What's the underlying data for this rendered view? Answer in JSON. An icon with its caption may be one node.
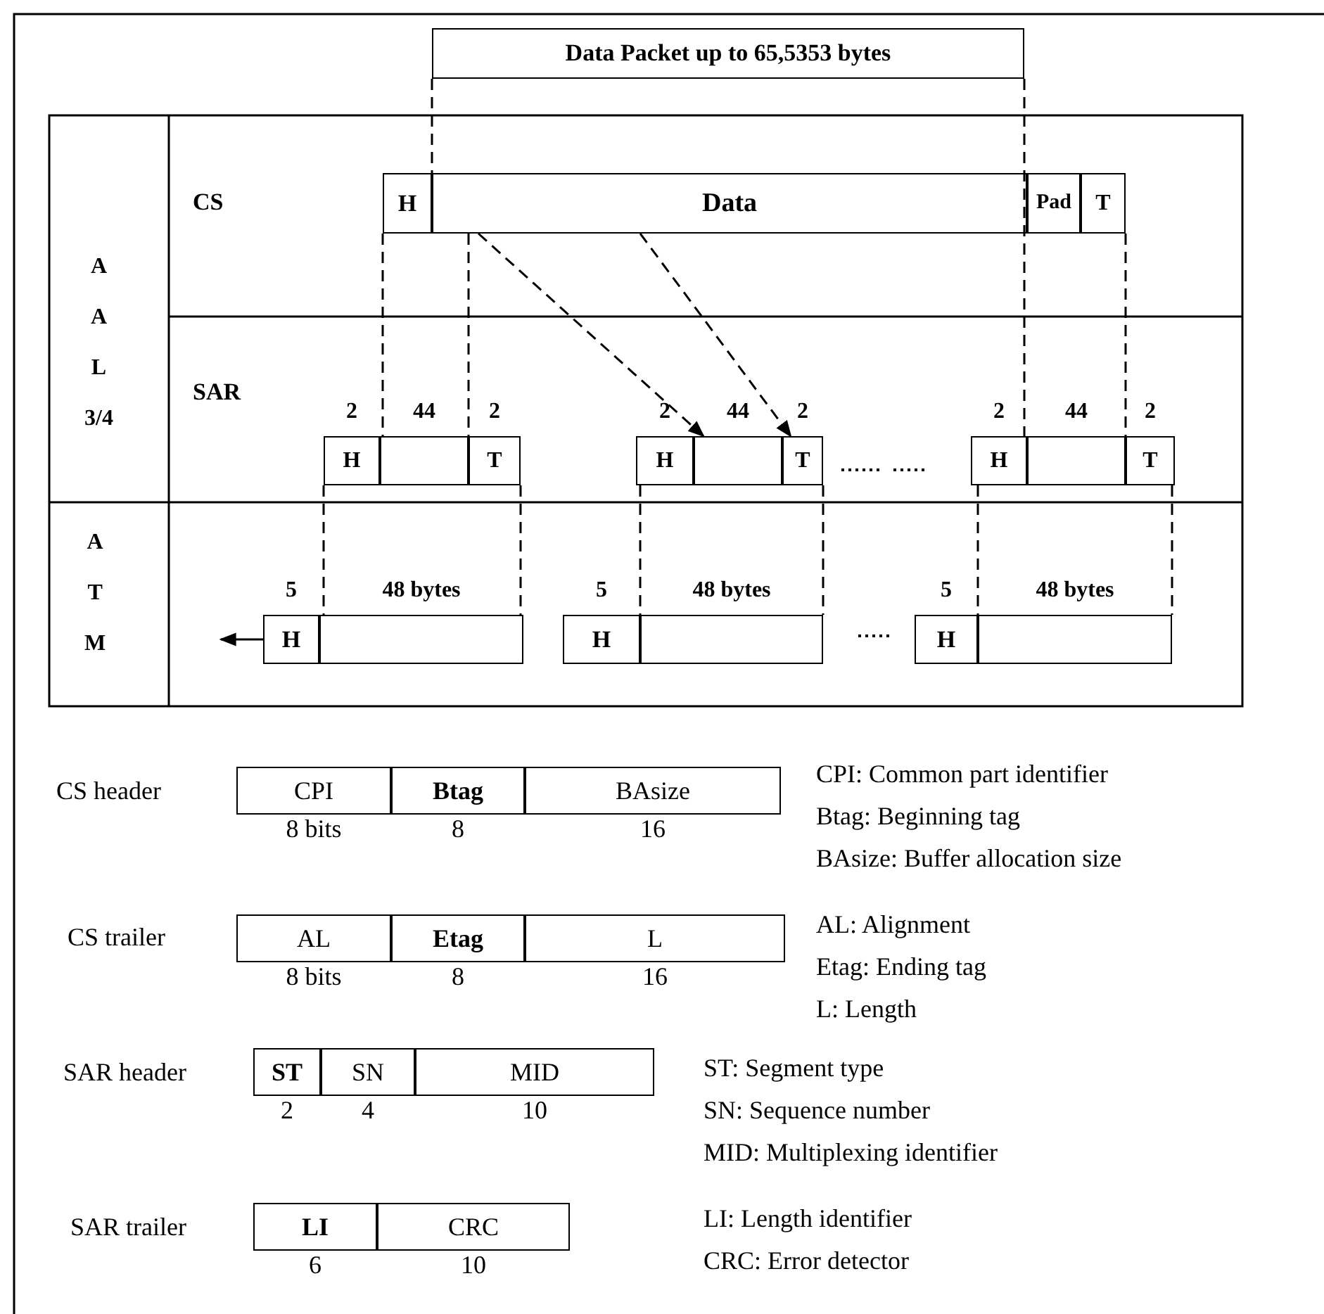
{
  "diagram": {
    "nodes": [
      {
        "text": [
          "Data Packet up to 65,5353 bytes"
        ]
      },
      {
        "text": [
          "H"
        ]
      },
      {
        "text": [
          "Data"
        ]
      },
      {
        "text": [
          "Pad"
        ]
      },
      {
        "text": [
          "T"
        ]
      },
      {
        "text": [
          "H"
        ],
        "beside": [
          "2"
        ]
      },
      {
        "text": [],
        "shape": "box",
        "beside": [
          "44"
        ]
      },
      {
        "text": [
          "T"
        ],
        "beside": [
          "2"
        ]
      },
      {
        "text": [
          "H"
        ],
        "beside": [
          "2"
        ]
      },
      {
        "text": [],
        "shape": "box",
        "beside": [
          "44"
        ]
      },
      {
        "text": [
          "T"
        ],
        "beside": [
          "2"
        ]
      },
      {
        "text": [
          "H"
        ],
        "beside": [
          "2"
        ]
      },
      {
        "text": [],
        "shape": "box",
        "beside": [
          "44"
        ]
      },
      {
        "text": [
          "T"
        ],
        "beside": [
          "2"
        ]
      },
      {
        "text": [
          "H"
        ],
        "beside": [
          "5"
        ]
      },
      {
        "text": [],
        "shape": "box",
        "beside": [
          "48 bytes"
        ]
      },
      {
        "text": [
          "H"
        ],
        "beside": [
          "5"
        ]
      },
      {
        "text": [],
        "shape": "box",
        "beside": [
          "48 bytes"
        ]
      },
      {
        "text": [
          "H"
        ],
        "beside": [
          "5"
        ]
      },
      {
        "text": [],
        "shape": "box",
        "beside": [
          "48 bytes"
        ]
      },
      {
        "text": [
          "CPI"
        ],
        "beside": [
          "8 bits"
        ]
      },
      {
        "text": [
          "Btag"
        ],
        "beside": [
          "8"
        ]
      },
      {
        "text": [
          "BAsize"
        ],
        "beside": [
          "16"
        ]
      },
      {
        "text": [
          "AL"
        ],
        "beside": [
          "8 bits"
        ]
      },
      {
        "text": [
          "Etag"
        ],
        "beside": [
          "8"
        ]
      },
      {
        "text": [
          "L"
        ],
        "beside": [
          "16"
        ]
      },
      {
        "text": [
          "ST"
        ],
        "beside": [
          "2"
        ]
      },
      {
        "text": [
          "SN"
        ],
        "beside": [
          "4"
        ]
      },
      {
        "text": [
          "MID"
        ],
        "beside": [
          "10"
        ]
      },
      {
        "text": [
          "LI"
        ],
        "beside": [
          "6"
        ]
      },
      {
        "text": [
          "CRC"
        ],
        "beside": [
          "10"
        ]
      }
    ],
    "edges": [
      {
        "from": 2,
        "to": 9,
        "arrow": "to",
        "style": "dashed"
      },
      {
        "from": 2,
        "to": 9,
        "arrow": "to",
        "style": "dashed"
      },
      {
        "from": 14,
        "to": null,
        "arrow": "to"
      },
      {
        "from": 0,
        "to": 2,
        "arrow": "none",
        "style": "dashed"
      },
      {
        "from": 0,
        "to": 11,
        "arrow": "none",
        "style": "dashed"
      },
      {
        "from": 1,
        "to": 5,
        "arrow": "none",
        "style": "dashed"
      },
      {
        "from": 2,
        "to": 7,
        "arrow": "none",
        "style": "dashed"
      },
      {
        "from": 4,
        "to": 13,
        "arrow": "none",
        "style": "dashed"
      },
      {
        "from": 5,
        "to": 15,
        "arrow": "none",
        "style": "dashed"
      },
      {
        "from": 7,
        "to": 15,
        "arrow": "none",
        "style": "dashed"
      },
      {
        "from": 8,
        "to": 16,
        "arrow": "none",
        "style": "dashed"
      },
      {
        "from": 10,
        "to": 17,
        "arrow": "none",
        "style": "dashed"
      },
      {
        "from": 11,
        "to": 18,
        "arrow": "none",
        "style": "dashed"
      },
      {
        "from": 13,
        "to": 19,
        "arrow": "none",
        "style": "dashed"
      }
    ],
    "labels": [
      "CS",
      "A A L 3/4",
      "SAR",
      "A T M",
      "CS header",
      "CPI: Common part identifier",
      "Btag: Beginning tag",
      "BAsize: Buffer allocation size",
      "CS trailer",
      "AL: Alignment",
      "Etag: Ending tag",
      "L: Length",
      "SAR header",
      "ST: Segment type",
      "SN: Sequence number",
      "MID: Multiplexing identifier",
      "SAR trailer",
      "LI: Length identifier",
      "CRC: Error detector"
    ]
  }
}
